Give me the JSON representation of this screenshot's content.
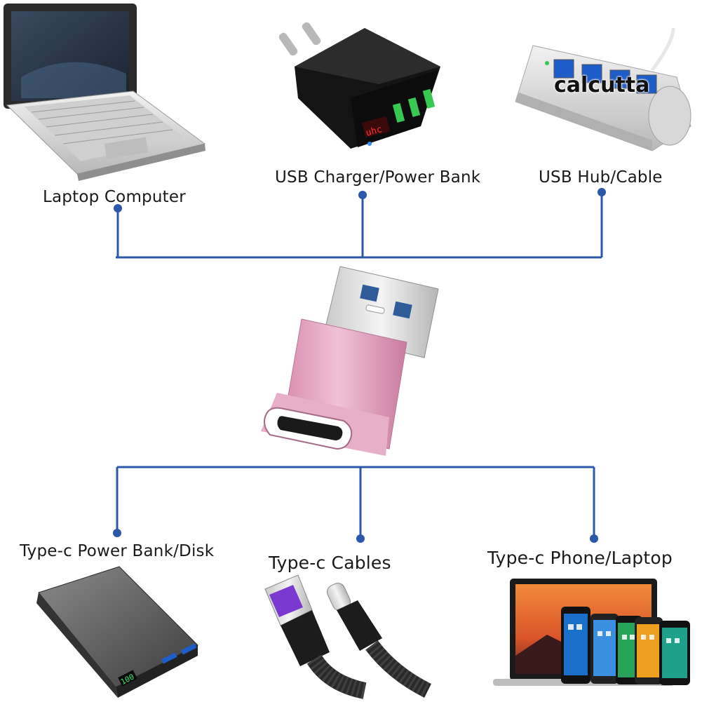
{
  "watermark": "calcutta",
  "top_items": [
    {
      "label": "Laptop Computer",
      "icon": "laptop-icon"
    },
    {
      "label": "USB Charger/Power Bank",
      "icon": "wall-charger-icon"
    },
    {
      "label": "USB Hub/Cable",
      "icon": "usb-hub-icon"
    }
  ],
  "center": {
    "icon": "usb-a-to-usb-c-adapter-icon",
    "color": "#e6a9c4"
  },
  "bottom_items": [
    {
      "label": "Type-c Power Bank/Disk",
      "icon": "power-bank-icon"
    },
    {
      "label": "Type-c Cables",
      "icon": "type-c-cable-icon"
    },
    {
      "label": "Type-c Phone/Laptop",
      "icon": "phones-laptop-icon"
    }
  ],
  "colors": {
    "connector": "#2b58a8",
    "label_text": "#1a1a1a"
  }
}
